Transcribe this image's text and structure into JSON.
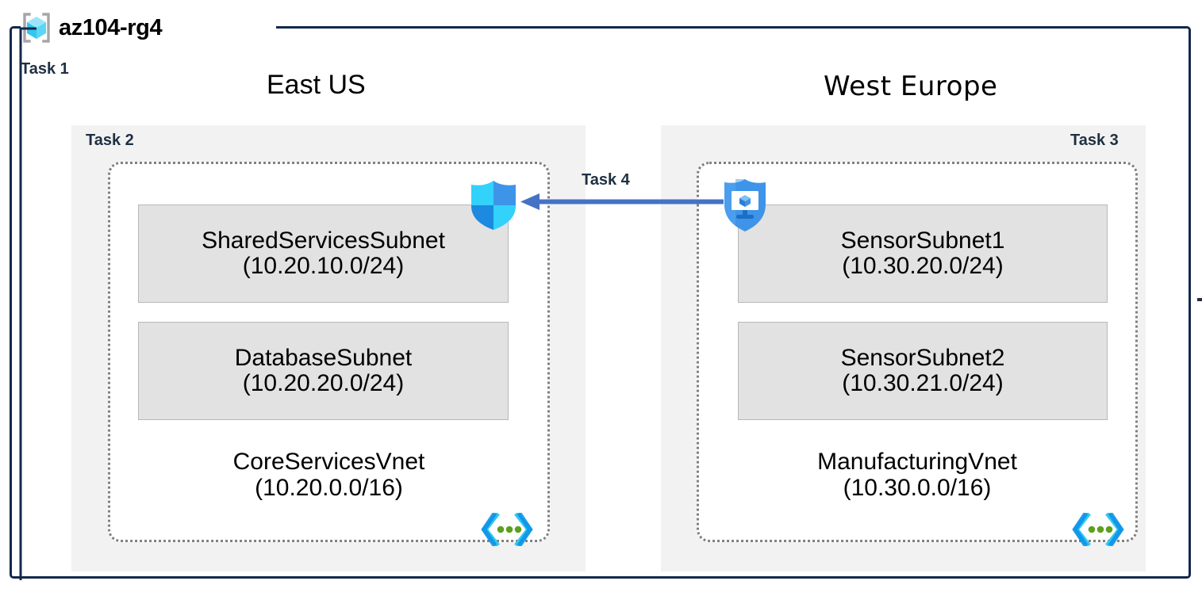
{
  "diagram": {
    "resource_group": {
      "name": "az104-rg4",
      "icon": "resource-group-cube-icon",
      "border_color": "#13294B"
    },
    "tasks": [
      {
        "id": "task1",
        "label": "Task 1"
      },
      {
        "id": "task2",
        "label": "Task 2"
      },
      {
        "id": "task3",
        "label": "Task 3"
      },
      {
        "id": "task4",
        "label": "Task 4"
      }
    ],
    "regions": [
      {
        "id": "east-us",
        "title": "East US",
        "task_label": "Task 2",
        "vnet": {
          "name": "CoreServicesVnet",
          "cidr": "(10.20.0.0/16)",
          "icon": "virtual-network-icon",
          "subnets": [
            {
              "name": "SharedServicesSubnet",
              "cidr": "(10.20.10.0/24)"
            },
            {
              "name": "DatabaseSubnet",
              "cidr": "(10.20.20.0/24)"
            }
          ]
        }
      },
      {
        "id": "west-europe",
        "title": "West Europe",
        "task_label": "Task 3",
        "vnet": {
          "name": "ManufacturingVnet",
          "cidr": "(10.30.0.0/16)",
          "icon": "virtual-network-icon",
          "subnets": [
            {
              "name": "SensorSubnet1",
              "cidr": "(10.30.20.0/24)"
            },
            {
              "name": "SensorSubnet2",
              "cidr": "(10.30.21.0/24)"
            }
          ]
        }
      }
    ],
    "connection": {
      "label": "Task 4",
      "direction": "right-to-left",
      "color": "#4472C4",
      "source_icon": "network-security-group-vm-shield-icon",
      "target_icon": "network-security-group-shield-icon"
    },
    "colors": {
      "frame": "#13294B",
      "region_panel": "#F2F2F2",
      "subnet_fill": "#E2E2E2",
      "subnet_border": "#B8B8B8",
      "vnet_border": "#808080",
      "arrow": "#4472C4",
      "task_text": "#1F3043",
      "azure_cyan": "#32C8F0",
      "azure_blue": "#2A8BE0",
      "vnet_green": "#5E9E20"
    }
  }
}
